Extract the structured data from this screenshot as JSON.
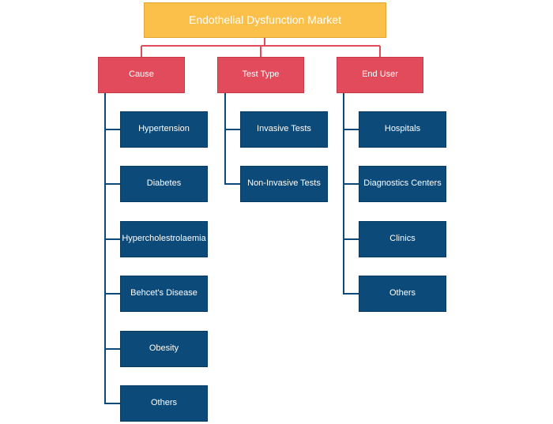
{
  "title": "Endothelial Dysfunction Market",
  "categories": [
    {
      "label": "Cause",
      "items": [
        "Hypertension",
        "Diabetes",
        "Hypercholestrolaemia",
        "Behcet's Disease",
        "Obesity",
        "Others"
      ]
    },
    {
      "label": "Test Type",
      "items": [
        "Invasive Tests",
        "Non-Invasive Tests"
      ]
    },
    {
      "label": "End User",
      "items": [
        "Hospitals",
        "Diagnostics Centers",
        "Clinics",
        "Others"
      ]
    }
  ],
  "colors": {
    "root": "#fbc04a",
    "category": "#e24b5b",
    "leaf": "#0c4a7a",
    "connector_top": "#e24b5b",
    "connector_leaf": "#0c4a7a"
  }
}
